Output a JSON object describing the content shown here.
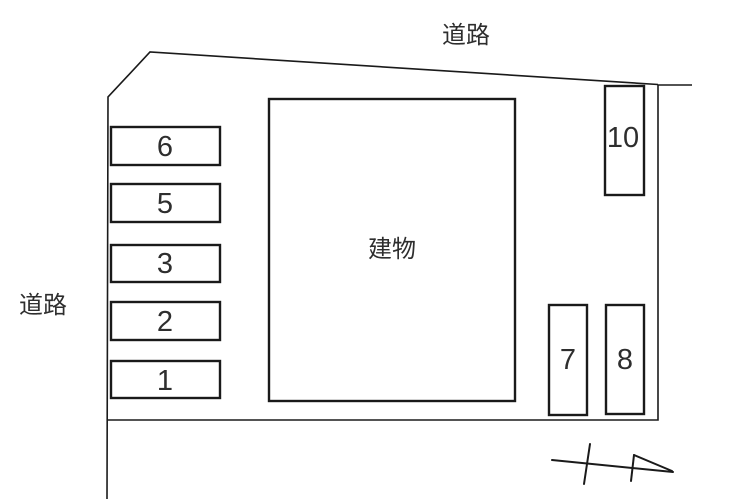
{
  "diagram": {
    "type": "parking-site-plan",
    "roads": {
      "top": "道路",
      "left": "道路"
    },
    "building": {
      "label": "建物"
    },
    "spaces": [
      {
        "number": "6"
      },
      {
        "number": "5"
      },
      {
        "number": "3"
      },
      {
        "number": "2"
      },
      {
        "number": "1"
      },
      {
        "number": "10"
      },
      {
        "number": "7"
      },
      {
        "number": "8"
      }
    ],
    "colors": {
      "line": "#1a1a1a",
      "text": "#2e2e2e",
      "background": "#ffffff"
    }
  }
}
